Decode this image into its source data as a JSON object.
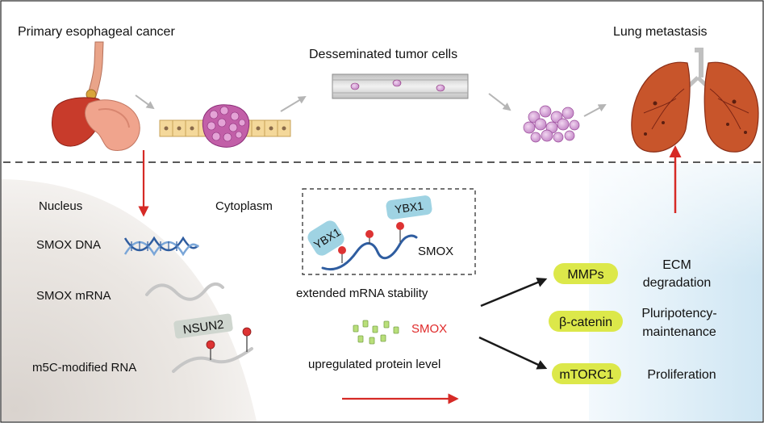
{
  "top": {
    "primary_label": "Primary esophageal cancer",
    "dtc_label": "Desseminated tumor cells",
    "lung_label": "Lung metastasis"
  },
  "nucleus": {
    "label": "Nucleus",
    "dna_label": "SMOX DNA",
    "mrna_label": "SMOX mRNA",
    "m5c_label": "m5C-modified RNA",
    "nsun2_label": "NSUN2"
  },
  "cytoplasm": {
    "label": "Cytoplasm",
    "ybx1_a": "YBX1",
    "ybx1_b": "YBX1",
    "smox_rna_label": "SMOX",
    "stability_text": "extended mRNA stability",
    "smox_protein_label": "SMOX",
    "protein_text": "upregulated protein level"
  },
  "effectors": [
    {
      "pill": "MMPs",
      "outcome_lines": [
        "ECM",
        "degradation"
      ]
    },
    {
      "pill": "β-catenin",
      "outcome_lines": [
        "Pluripotency-",
        "maintenance"
      ]
    },
    {
      "pill": "mTORC1",
      "outcome_lines": [
        "Proliferation"
      ]
    }
  ],
  "colors": {
    "arrow_red": "#d62a26",
    "arrow_gray": "#b5b5b5",
    "pill_yellow": "#dce84a",
    "ybx1_blue": "#9fd3e3",
    "smox_red": "#e02a2a",
    "right_panel": "#e3f1f9"
  }
}
